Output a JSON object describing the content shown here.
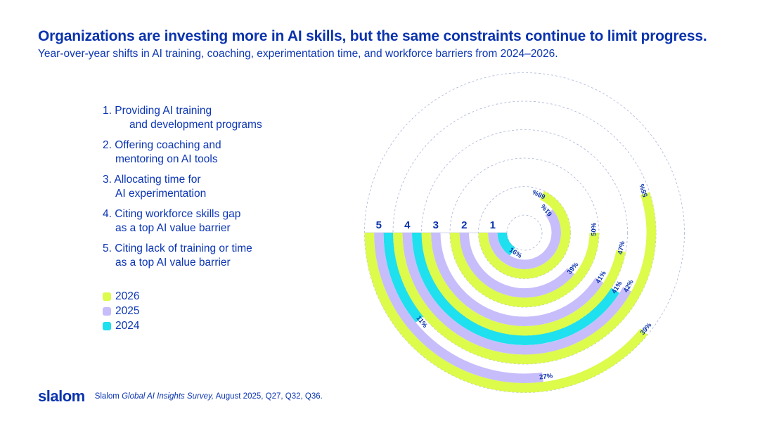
{
  "header": {
    "title": "Organizations are investing more in AI skills, but the same constraints continue to limit progress.",
    "subtitle": "Year-over-year shifts in AI training, coaching, experimentation time, and workforce barriers from 2024–2026."
  },
  "categories": [
    {
      "num": "1.",
      "line1": "Providing AI training",
      "line2": "and development programs"
    },
    {
      "num": "2.",
      "line1": "Offering coaching and",
      "line2": "mentoring on AI tools"
    },
    {
      "num": "3.",
      "line1": "Allocating time for",
      "line2": "AI experimentation"
    },
    {
      "num": "4.",
      "line1": "Citing workforce skills gap",
      "line2": "as a top AI value barrier"
    },
    {
      "num": "5.",
      "line1": "Citing lack of training or time",
      "line2": "as a top AI value barrier"
    }
  ],
  "legend": [
    {
      "label": "2026",
      "color": "#dcfb4a"
    },
    {
      "label": "2025",
      "color": "#c7bdfb"
    },
    {
      "label": "2024",
      "color": "#1ee0ee"
    }
  ],
  "footer": {
    "logo": "slalom",
    "source_prefix": "Slalom ",
    "source_italic": "Global AI Insights Survey,",
    "source_suffix": " August 2025, Q27, Q32, Q36."
  },
  "colors": {
    "text": "#0a33ad",
    "2026": "#dcfb4a",
    "2025": "#c7bdfb",
    "2024": "#1ee0ee",
    "gridline": "#aab4d8"
  },
  "chart_data": {
    "type": "radial-bar",
    "title": "Organizations are investing more in AI skills, but the same constraints continue to limit progress.",
    "subtitle": "Year-over-year shifts in AI training, coaching, experimentation time, and workforce barriers from 2024–2026.",
    "categories": [
      "1",
      "2",
      "3",
      "4",
      "5"
    ],
    "category_labels": [
      "Providing AI training and development programs",
      "Offering coaching and mentoring on AI tools",
      "Allocating time for AI experimentation",
      "Citing workforce skills gap as a top AI value barrier",
      "Citing lack of training or time as a top AI value barrier"
    ],
    "series": [
      {
        "name": "2024",
        "values": [
          16,
          null,
          null,
          41,
          11
        ]
      },
      {
        "name": "2025",
        "values": [
          61,
          39,
          41,
          42,
          27
        ]
      },
      {
        "name": "2026",
        "values": [
          68,
          50,
          47,
          55,
          39
        ]
      }
    ],
    "unit": "%",
    "full_circle_value": 100,
    "legend_position": "left"
  }
}
